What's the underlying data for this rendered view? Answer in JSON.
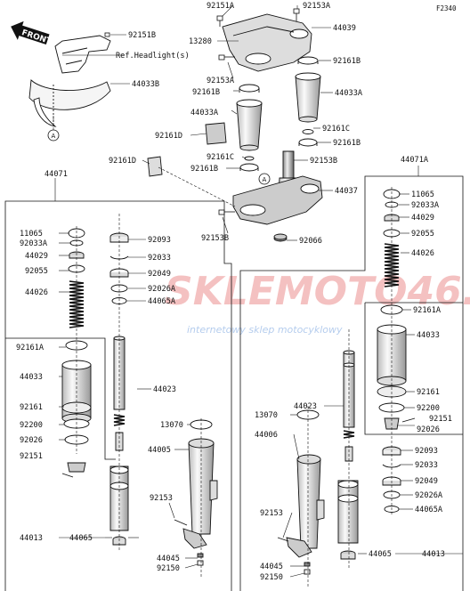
{
  "diagram_code": "F2340",
  "front_arrow_text": "FRONT",
  "ref_headlight_text": "Ref.Headlight(s)",
  "circle_marker": "A",
  "watermark": {
    "brand_left": "SKLE",
    "brand_right": "MOTO46",
    "brand_suffix": ".PL",
    "tagline": "internetowy sklep motocyklowy"
  },
  "callouts": {
    "c92151A": "92151A",
    "c92153A_top": "92153A",
    "c13280": "13280",
    "c44039": "44039",
    "c92151B": "92151B",
    "c92161B_a": "92161B",
    "c44033B": "44033B",
    "c92153A_mid": "92153A",
    "c92161B_b": "92161B",
    "c44033A_r": "44033A",
    "c44033A_l": "44033A",
    "c92161C_r": "92161C",
    "c92161B_c": "92161B",
    "c92161D_a": "92161D",
    "c92161C_l": "92161C",
    "c92153B_r": "92153B",
    "c92161D_b": "92161D",
    "c92161B_d": "92161B",
    "c44037": "44037",
    "c92153B_l": "92153B",
    "c92066": "92066",
    "c44071": "44071",
    "c44071A": "44071A",
    "l11065": "11065",
    "l92033A": "92033A",
    "l44029": "44029",
    "l92055": "92055",
    "l44026": "44026",
    "l92161A": "92161A",
    "l44033": "44033",
    "l92161": "92161",
    "l92200": "92200",
    "l92026": "92026",
    "l92151": "92151",
    "l44013": "44013",
    "m92093": "92093",
    "m92033": "92033",
    "m92049": "92049",
    "m92026A": "92026A",
    "m44065A": "44065A",
    "m44023": "44023",
    "m13070": "13070",
    "m44005": "44005",
    "m92153": "92153",
    "m44065": "44065",
    "m44045": "44045",
    "m92150": "92150",
    "r11065": "11065",
    "r92033A": "92033A",
    "r44029": "44029",
    "r92055": "92055",
    "r44026": "44026",
    "r92161A": "92161A",
    "r44033": "44033",
    "r92161": "92161",
    "r92200": "92200",
    "r92151": "92151",
    "r92026": "92026",
    "r92093": "92093",
    "r92033": "92033",
    "r92049": "92049",
    "r92026A": "92026A",
    "r44065A": "44065A",
    "r44013": "44013",
    "r44065": "44065",
    "s44023": "44023",
    "s13070": "13070",
    "s44006": "44006",
    "s92153": "92153",
    "s44045": "44045",
    "s92150": "92150"
  }
}
